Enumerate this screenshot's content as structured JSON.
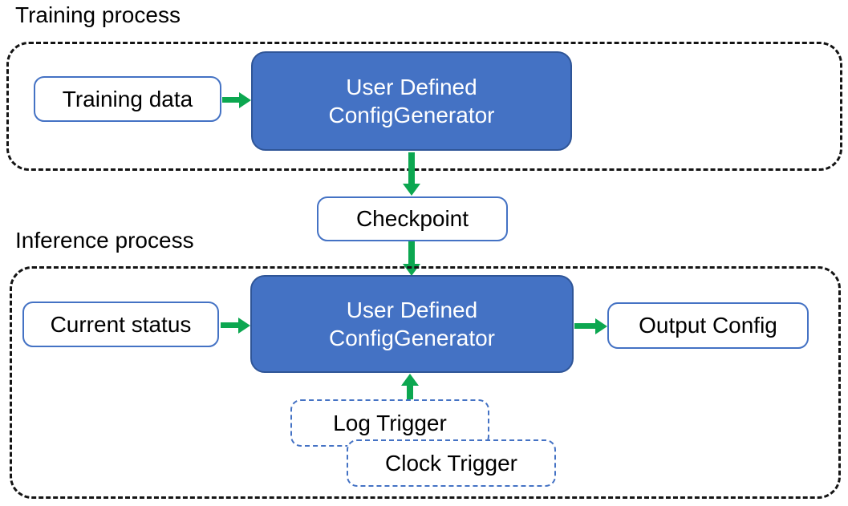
{
  "training": {
    "title": "Training process",
    "training_data_label": "Training data",
    "generator_line1": "User Defined",
    "generator_line2": "ConfigGenerator"
  },
  "checkpoint": {
    "label": "Checkpoint"
  },
  "inference": {
    "title": "Inference process",
    "current_status_label": "Current status",
    "generator_line1": "User Defined",
    "generator_line2": "ConfigGenerator",
    "output_config_label": "Output Config",
    "log_trigger_label": "Log Trigger",
    "clock_trigger_label": "Clock Trigger"
  },
  "colors": {
    "blue_fill": "#4472C4",
    "blue_border_dark": "#2F5597",
    "blue_outline": "#4472C4",
    "green_arrow": "#0CA750",
    "dash_black": "#141414",
    "text_dark": "#000000",
    "text_light": "#ffffff"
  }
}
